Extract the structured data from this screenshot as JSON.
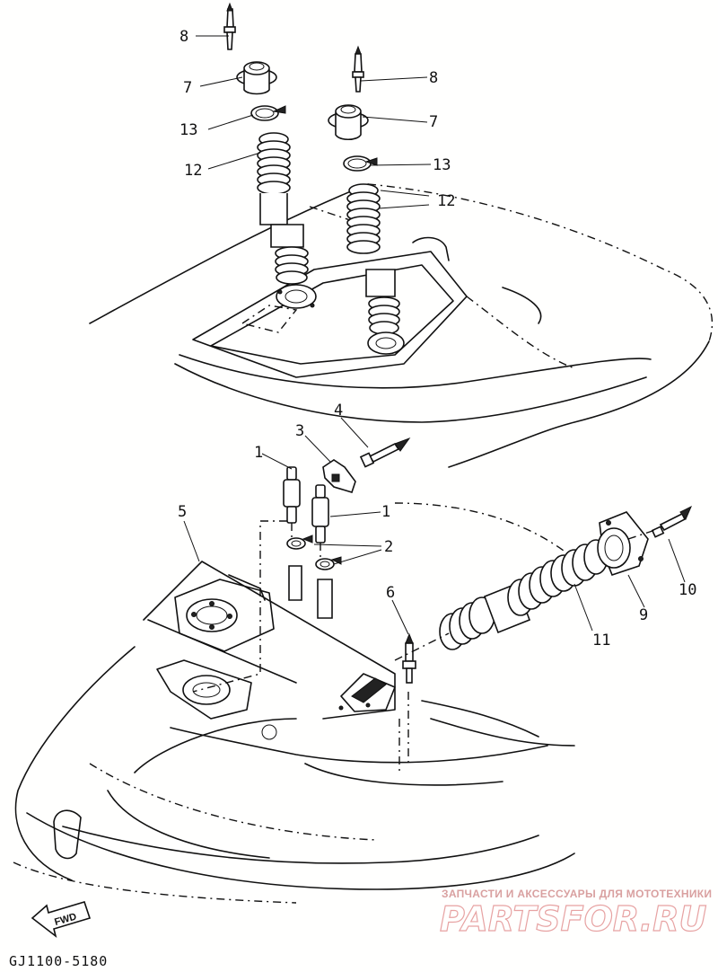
{
  "diagram": {
    "callouts": {
      "c8a": "8",
      "c7a": "7",
      "c13a": "13",
      "c12a": "12",
      "c8b": "8",
      "c7b": "7",
      "c13b": "13",
      "c12b": "12",
      "c4": "4",
      "c3": "3",
      "c1a": "1",
      "c1b": "1",
      "c2": "2",
      "c5": "5",
      "c6": "6",
      "c11": "11",
      "c9": "9",
      "c10": "10"
    },
    "direction_badge": "FWD",
    "drawing_code": "GJ1100-5180"
  },
  "watermark": {
    "tagline": "ЗАПЧАСТИ И АКСЕССУАРЫ ДЛЯ МОТОТЕХНИКИ",
    "logo": "PARTSFOR.RU"
  }
}
